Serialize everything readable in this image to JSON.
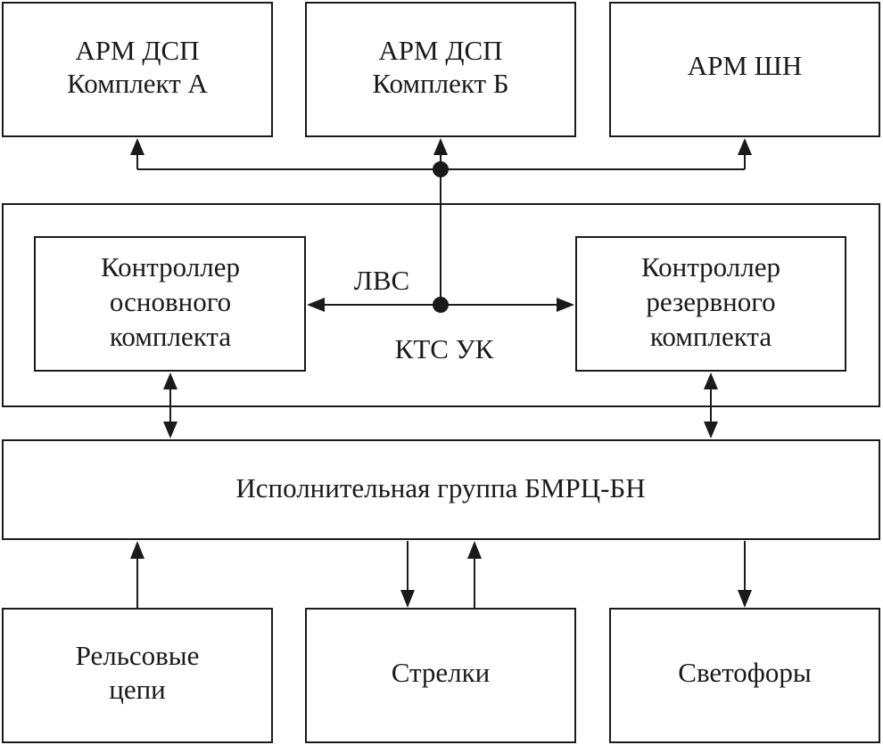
{
  "blocks": {
    "arm_dsp_a": {
      "lines": [
        "АРМ ДСП",
        "Комплект А"
      ]
    },
    "arm_dsp_b": {
      "lines": [
        "АРМ ДСП",
        "Комплект Б"
      ]
    },
    "arm_shn": {
      "lines": [
        "АРМ ШН"
      ]
    },
    "kts_uk": {
      "label": "КТС УК"
    },
    "ctrl_main": {
      "lines": [
        "Контроллер",
        "основного",
        "комплекта"
      ]
    },
    "ctrl_reserve": {
      "lines": [
        "Контроллер",
        "резервного",
        "комплекта"
      ]
    },
    "lan": {
      "label": "ЛВС"
    },
    "exec_group": {
      "label": "Исполнительная группа БМРЦ-БН"
    },
    "rail_circuits": {
      "lines": [
        "Рельсовые",
        "цепи"
      ]
    },
    "switches": {
      "lines": [
        "Стрелки"
      ]
    },
    "signals": {
      "lines": [
        "Светофоры"
      ]
    }
  },
  "colors": {
    "line": "#1a1a1a",
    "background": "#ffffff"
  }
}
